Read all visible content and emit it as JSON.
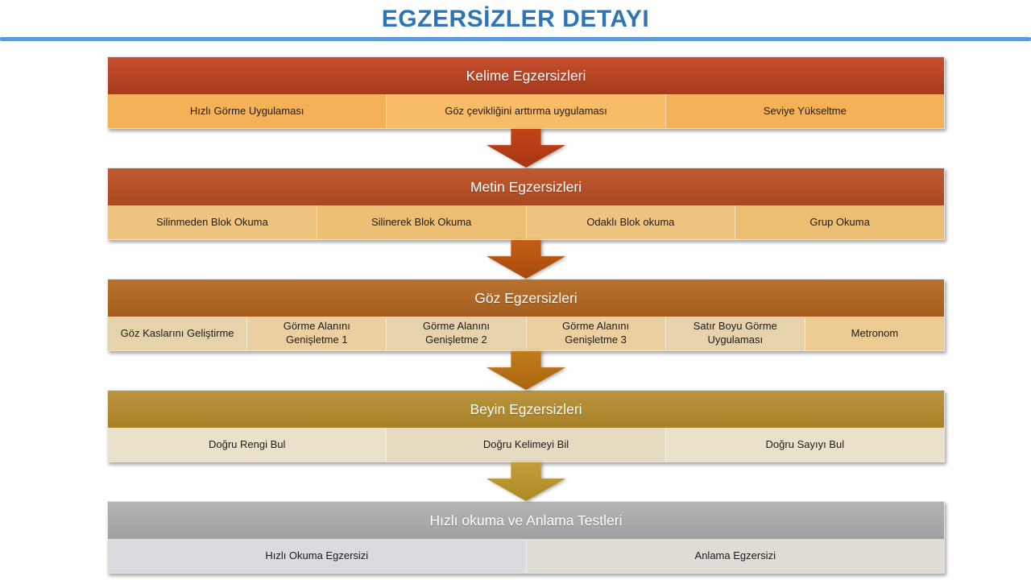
{
  "title": "EGZERSİZLER DETAYI",
  "theme": {
    "title_color": "#2E75B6",
    "divider_color": "#5B9BD5",
    "background": "#FFFFFF",
    "header_text_color": "#FFFFFF",
    "cell_text_color": "#1C1C1C"
  },
  "sections": [
    {
      "header": "Kelime Egzersizleri",
      "items": [
        "Hızlı Görme Uygulaması",
        "Göz çevikliğini arttırma uygulaması",
        "Seviye Yükseltme"
      ],
      "header_gradient": [
        "#C5502F",
        "#A53A1C"
      ],
      "cell_colors": [
        "#F4B157",
        "#F8BC68",
        "#F4B157"
      ]
    },
    {
      "header": "Metin Egzersizleri",
      "items": [
        "Silinmeden Blok Okuma",
        "Silinerek Blok Okuma",
        "Odaklı Blok okuma",
        "Grup Okuma"
      ],
      "header_gradient": [
        "#C05A31",
        "#A84920"
      ],
      "cell_colors": [
        "#EFC480",
        "#ECBE73",
        "#EFC480",
        "#ECBE73"
      ]
    },
    {
      "header": "Göz Egzersizleri",
      "items": [
        "Göz Kaslarını Geliştirme",
        "Görme Alanını\nGenişletme 1",
        "Görme Alanını\nGenişletme 2",
        "Görme Alanını\nGenişletme 3",
        "Satır Boyu Görme\nUygulaması",
        "Metronom"
      ],
      "header_gradient": [
        "#B8722F",
        "#A55D1D"
      ],
      "cell_colors": [
        "#E7D3AB",
        "#EBCF9F",
        "#E7D3AB",
        "#EBCF9F",
        "#E7D3AB",
        "#EBCB92"
      ]
    },
    {
      "header": "Beyin Egzersizleri",
      "items": [
        "Doğru Rengi Bul",
        "Doğru Kelimeyi Bil",
        "Doğru Sayıyı Bul"
      ],
      "header_gradient": [
        "#BA953E",
        "#A68128"
      ],
      "cell_colors": [
        "#EAE1CB",
        "#E5DBC1",
        "#EAE1CB"
      ]
    },
    {
      "header": "Hızlı okuma ve Anlama Testleri",
      "items": [
        "Hızlı Okuma Egzersizi",
        "Anlama Egzersizi"
      ],
      "header_gradient": [
        "#B4B4B4",
        "#A0A0A0"
      ],
      "cell_colors": [
        "#DBDBDF",
        "#DEDCD5"
      ]
    }
  ],
  "arrows": [
    {
      "name": "down-arrow-1",
      "color_top": "#C24419",
      "color_bottom": "#A83512"
    },
    {
      "name": "down-arrow-2",
      "color_top": "#C25D14",
      "color_bottom": "#A84B0C"
    },
    {
      "name": "down-arrow-3",
      "color_top": "#C07B1C",
      "color_bottom": "#A9660D"
    },
    {
      "name": "down-arrow-4",
      "color_top": "#C49F38",
      "color_bottom": "#AB8825"
    }
  ]
}
